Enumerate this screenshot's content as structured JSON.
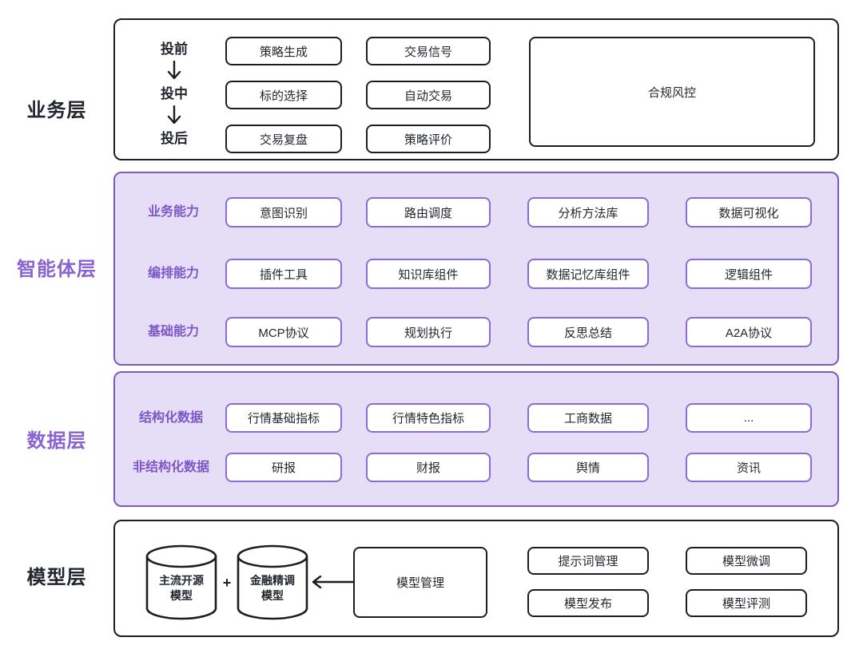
{
  "colors": {
    "dark_border": "#1a1e24",
    "dark_text": "#21262e",
    "purple_section_border": "#7b5bc1",
    "purple_section_fill": "#e6ddf7",
    "purple_box_border": "#8a6cd4",
    "purple_layer_label": "#8a63d2",
    "purple_row_label": "#7d57c7"
  },
  "business": {
    "label": "业务层",
    "stages": [
      "投前",
      "投中",
      "投后"
    ],
    "boxes": [
      [
        "策略生成",
        "交易信号"
      ],
      [
        "标的选择",
        "自动交易"
      ],
      [
        "交易复盘",
        "策略评价"
      ]
    ],
    "risk_box": "合规风控"
  },
  "agent": {
    "label": "智能体层",
    "rows": [
      {
        "label": "业务能力",
        "items": [
          "意图识别",
          "路由调度",
          "分析方法库",
          "数据可视化"
        ]
      },
      {
        "label": "编排能力",
        "items": [
          "插件工具",
          "知识库组件",
          "数据记忆库组件",
          "逻辑组件"
        ]
      },
      {
        "label": "基础能力",
        "items": [
          "MCP协议",
          "规划执行",
          "反思总结",
          "A2A协议"
        ]
      }
    ]
  },
  "data_layer": {
    "label": "数据层",
    "rows": [
      {
        "label": "结构化数据",
        "items": [
          "行情基础指标",
          "行情特色指标",
          "工商数据",
          "..."
        ]
      },
      {
        "label": "非结构化数据",
        "items": [
          "研报",
          "财报",
          "舆情",
          "资讯"
        ]
      }
    ]
  },
  "model": {
    "label": "模型层",
    "cylinders": [
      {
        "line1": "主流开源",
        "line2": "模型"
      },
      {
        "line1": "金融精调",
        "line2": "模型"
      }
    ],
    "plus": "+",
    "manager": "模型管理",
    "boxes": [
      "提示词管理",
      "模型微调",
      "模型发布",
      "模型评测"
    ]
  }
}
